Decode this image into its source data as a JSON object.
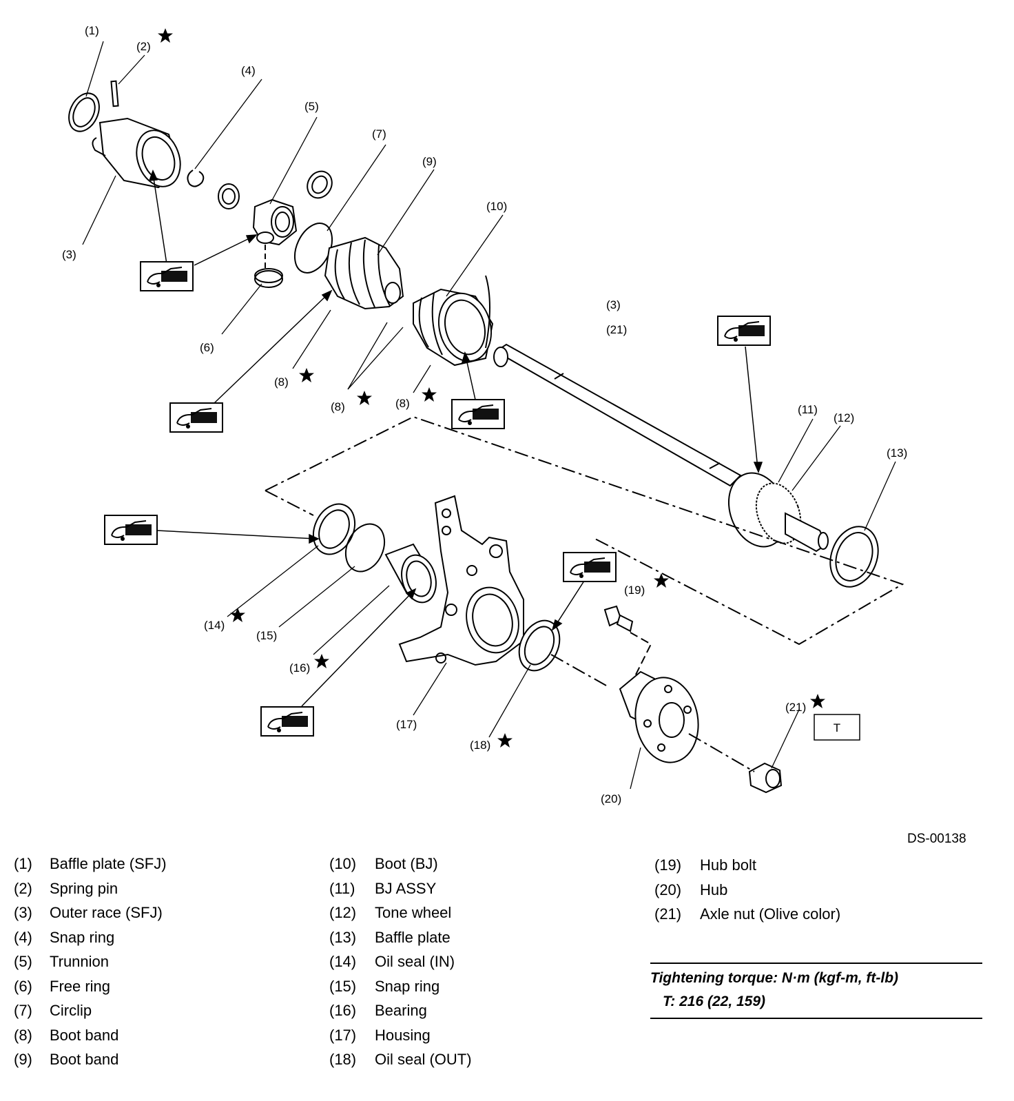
{
  "diagram": {
    "figure_id": "DS-00138",
    "callouts": {
      "c1": "(1)",
      "c2": "(2)",
      "c3a": "(3)",
      "c4": "(4)",
      "c5": "(5)",
      "c6": "(6)",
      "c7": "(7)",
      "c9": "(9)",
      "c10": "(10)",
      "c8a": "(8)",
      "c8b": "(8)",
      "c8c": "(8)",
      "c3b": "(3)",
      "c21a": "(21)",
      "c11": "(11)",
      "c12": "(12)",
      "c13": "(13)",
      "c14": "(14)",
      "c15": "(15)",
      "c16": "(16)",
      "c17": "(17)",
      "c18": "(18)",
      "c19": "(19)",
      "c20": "(20)",
      "c21b": "(21)",
      "t_box": "T"
    }
  },
  "legend": {
    "col1": [
      {
        "num": "(1)",
        "name": "Baffle plate (SFJ)"
      },
      {
        "num": "(2)",
        "name": "Spring pin"
      },
      {
        "num": "(3)",
        "name": "Outer race (SFJ)"
      },
      {
        "num": "(4)",
        "name": "Snap ring"
      },
      {
        "num": "(5)",
        "name": "Trunnion"
      },
      {
        "num": "(6)",
        "name": "Free ring"
      },
      {
        "num": "(7)",
        "name": "Circlip"
      },
      {
        "num": "(8)",
        "name": "Boot band"
      },
      {
        "num": "(9)",
        "name": "Boot band"
      }
    ],
    "col2": [
      {
        "num": "(10)",
        "name": "Boot (BJ)"
      },
      {
        "num": "(11)",
        "name": "BJ ASSY"
      },
      {
        "num": "(12)",
        "name": "Tone wheel"
      },
      {
        "num": "(13)",
        "name": "Baffle plate"
      },
      {
        "num": "(14)",
        "name": "Oil seal (IN)"
      },
      {
        "num": "(15)",
        "name": "Snap ring"
      },
      {
        "num": "(16)",
        "name": "Bearing"
      },
      {
        "num": "(17)",
        "name": "Housing"
      },
      {
        "num": "(18)",
        "name": "Oil seal (OUT)"
      }
    ],
    "col3": [
      {
        "num": "(19)",
        "name": "Hub bolt"
      },
      {
        "num": "(20)",
        "name": "Hub"
      },
      {
        "num": "(21)",
        "name": "Axle nut (Olive color)"
      }
    ]
  },
  "torque": {
    "heading": "Tightening torque: N·m (kgf-m, ft-lb)",
    "value": "T:   216 (22, 159)"
  },
  "icons": [
    "grease-icon",
    "replace-star-icon"
  ]
}
